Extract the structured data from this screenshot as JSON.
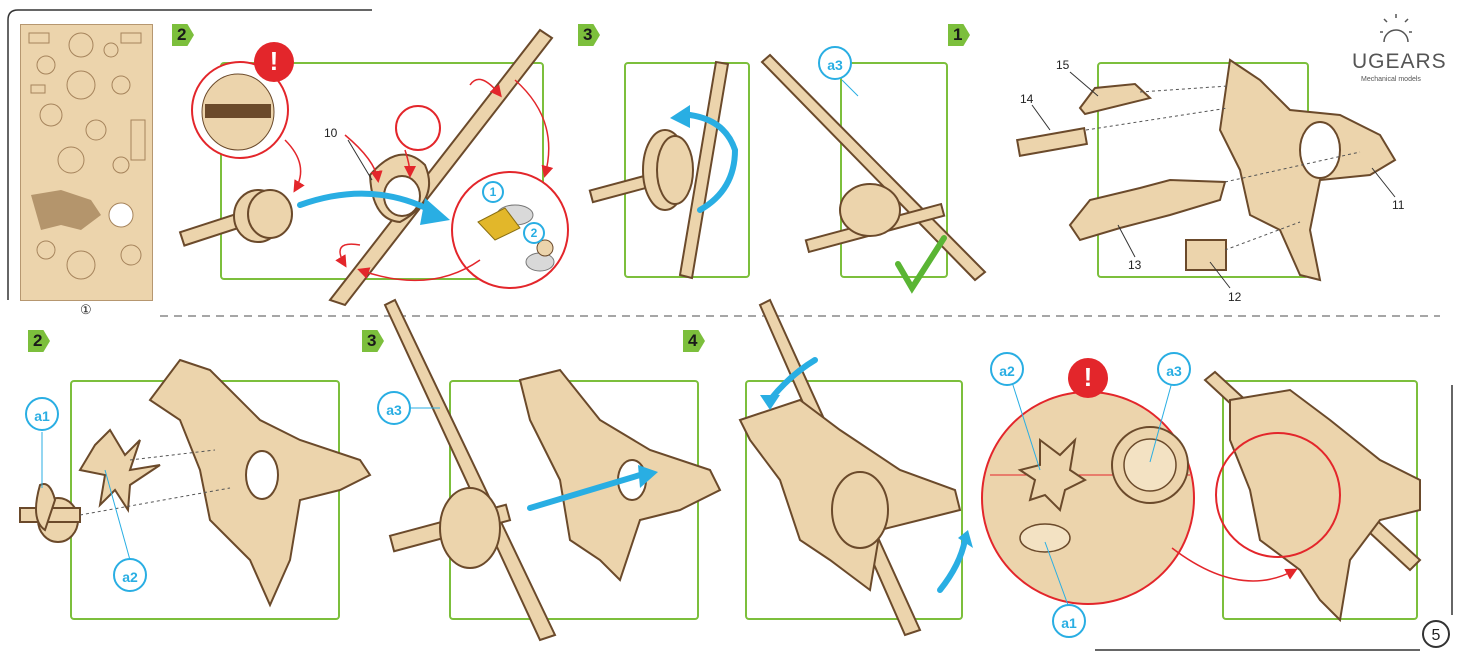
{
  "sheet": {
    "label": "①"
  },
  "brand": {
    "name": "UGEARS",
    "tagline": "Mechanical models"
  },
  "page": {
    "number": "5"
  },
  "top_steps": [
    {
      "number": "2",
      "part_labels": [
        "10"
      ]
    },
    {
      "number": "3",
      "callout": "a3"
    },
    {
      "number": "1",
      "part_labels": [
        "15",
        "14",
        "11",
        "13",
        "12"
      ]
    }
  ],
  "bottom_steps": [
    {
      "number": "2",
      "callouts": [
        "a1",
        "a2"
      ]
    },
    {
      "number": "3",
      "callouts": [
        "a3"
      ]
    },
    {
      "number": "4",
      "callouts": [
        "a2",
        "a3",
        "a1"
      ]
    }
  ],
  "inset_markers": [
    "1",
    "2"
  ],
  "colors": {
    "step_tab": "#7cbf3c",
    "frame": "#7cbf3c",
    "callout": "#29aee3",
    "warning": "#e3262b",
    "wood": "#ecd4ac",
    "wood_edge": "#6b4a2b",
    "check": "#5ab534"
  }
}
